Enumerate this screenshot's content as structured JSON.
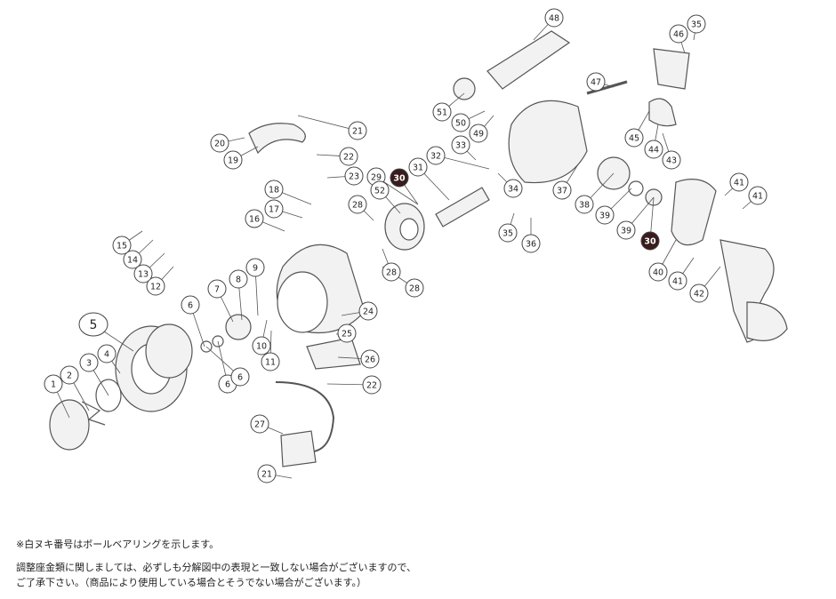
{
  "callouts": [
    {
      "n": "1"
    },
    {
      "n": "2"
    },
    {
      "n": "3"
    },
    {
      "n": "4"
    },
    {
      "n": "5"
    },
    {
      "n": "6"
    },
    {
      "n": "6"
    },
    {
      "n": "6"
    },
    {
      "n": "7"
    },
    {
      "n": "8"
    },
    {
      "n": "9"
    },
    {
      "n": "10"
    },
    {
      "n": "11"
    },
    {
      "n": "12"
    },
    {
      "n": "13"
    },
    {
      "n": "14"
    },
    {
      "n": "15"
    },
    {
      "n": "16"
    },
    {
      "n": "17"
    },
    {
      "n": "18"
    },
    {
      "n": "19"
    },
    {
      "n": "20"
    },
    {
      "n": "21"
    },
    {
      "n": "21"
    },
    {
      "n": "22"
    },
    {
      "n": "22"
    },
    {
      "n": "23"
    },
    {
      "n": "24"
    },
    {
      "n": "25"
    },
    {
      "n": "26"
    },
    {
      "n": "27"
    },
    {
      "n": "28"
    },
    {
      "n": "28"
    },
    {
      "n": "28"
    },
    {
      "n": "29"
    },
    {
      "n": "30",
      "ball_bearing": true
    },
    {
      "n": "30",
      "ball_bearing": true
    },
    {
      "n": "31"
    },
    {
      "n": "32"
    },
    {
      "n": "33"
    },
    {
      "n": "34"
    },
    {
      "n": "35"
    },
    {
      "n": "35"
    },
    {
      "n": "36"
    },
    {
      "n": "37"
    },
    {
      "n": "38"
    },
    {
      "n": "39"
    },
    {
      "n": "39"
    },
    {
      "n": "40"
    },
    {
      "n": "41"
    },
    {
      "n": "41"
    },
    {
      "n": "41"
    },
    {
      "n": "42"
    },
    {
      "n": "43"
    },
    {
      "n": "44"
    },
    {
      "n": "45"
    },
    {
      "n": "46"
    },
    {
      "n": "47"
    },
    {
      "n": "48"
    },
    {
      "n": "49"
    },
    {
      "n": "50"
    },
    {
      "n": "51"
    },
    {
      "n": "52"
    }
  ],
  "notes": {
    "line1": "※白ヌキ番号はボールベアリングを示します。",
    "line2": "調整座金類に関しましては、必ずしも分解図中の表現と一致しない場合がございますので、",
    "line3": "ご了承下さい。（商品により使用している場合とそうでない場合がございます。）"
  },
  "colors": {
    "line": "#555555",
    "callout_border": "#444444",
    "bearing_fill": "#3a1c1c",
    "part_fill": "#f2f2f2",
    "text": "#222222"
  }
}
